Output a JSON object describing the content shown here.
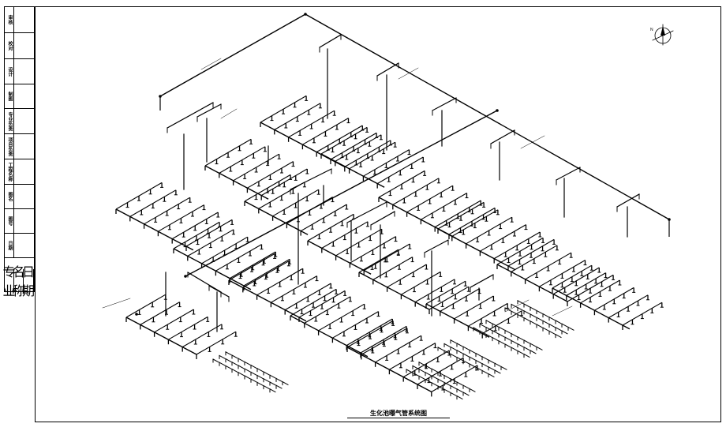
{
  "drawing": {
    "title": "生化池曝气管系统图"
  },
  "title_block": {
    "rows": [
      "审核",
      "校对",
      "设计",
      "制图",
      "专业负责",
      "项目负责",
      "工程名称",
      "图名",
      "图号",
      "日期"
    ],
    "footer": [
      "专业",
      "名称",
      "日期"
    ]
  },
  "north_arrow": {
    "label": "N"
  },
  "colors": {
    "line": "#000000",
    "background": "#ffffff"
  }
}
